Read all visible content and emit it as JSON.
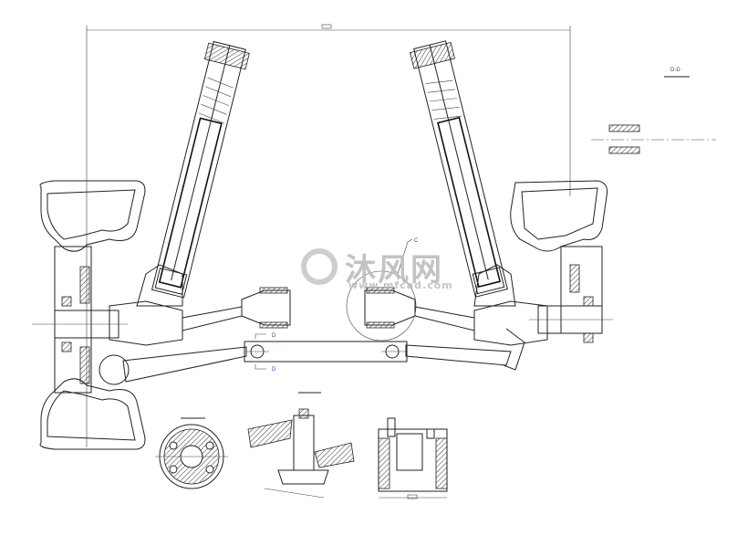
{
  "drawing": {
    "section_label": "D-D",
    "detail_label": "C",
    "cut_label_top": "D",
    "cut_label_bottom": "D"
  },
  "watermark": {
    "brand": "沐风网",
    "url": "www.mfcad.com"
  },
  "colors": {
    "line": "#222222",
    "label": "#2a4bb0",
    "watermark": "#bdbdbd"
  }
}
